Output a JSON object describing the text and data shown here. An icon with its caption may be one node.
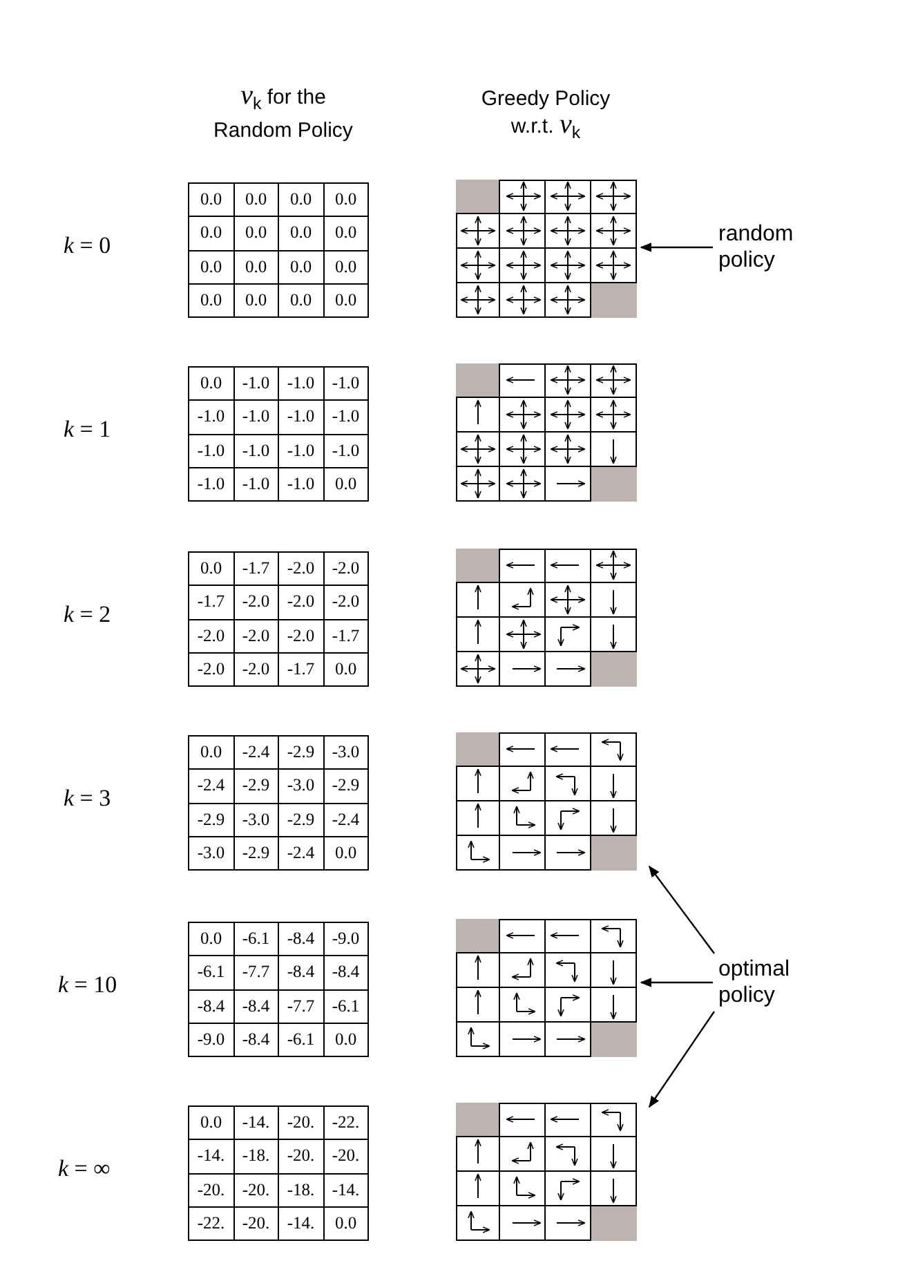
{
  "diagram": {
    "nodes": [
      {
        "text": [
          "0.0",
          "0.0",
          "0.0",
          "0.0",
          "0.0",
          "0.0",
          "0.0",
          "0.0",
          "0.0",
          "0.0",
          "0.0",
          "0.0",
          "0.0",
          "0.0",
          "0.0",
          "0.0"
        ]
      },
      {
        "text": [
          "0.0",
          "-1.0",
          "-1.0",
          "-1.0",
          "-1.0",
          "-1.0",
          "-1.0",
          "-1.0",
          "-1.0",
          "-1.0",
          "-1.0",
          "-1.0",
          "-1.0",
          "-1.0",
          "-1.0",
          "0.0"
        ]
      },
      {
        "text": [
          "0.0",
          "-1.7",
          "-2.0",
          "-2.0",
          "-1.7",
          "-2.0",
          "-2.0",
          "-2.0",
          "-2.0",
          "-2.0",
          "-2.0",
          "-1.7",
          "-2.0",
          "-2.0",
          "-1.7",
          "0.0"
        ]
      },
      {
        "text": [
          "0.0",
          "-2.4",
          "-2.9",
          "-3.0",
          "-2.4",
          "-2.9",
          "-3.0",
          "-2.9",
          "-2.9",
          "-3.0",
          "-2.9",
          "-2.4",
          "-3.0",
          "-2.9",
          "-2.4",
          "0.0"
        ]
      },
      {
        "text": [
          "0.0",
          "-6.1",
          "-8.4",
          "-9.0",
          "-6.1",
          "-7.7",
          "-8.4",
          "-8.4",
          "-8.4",
          "-8.4",
          "-7.7",
          "-6.1",
          "-9.0",
          "-8.4",
          "-6.1",
          "0.0"
        ]
      },
      {
        "text": [
          "0.0",
          "-14.",
          "-20.",
          "-22.",
          "-14.",
          "-18.",
          "-20.",
          "-20.",
          "-20.",
          "-20.",
          "-18.",
          "-14.",
          "-22.",
          "-20.",
          "-14.",
          "0.0"
        ]
      },
      {
        "text": [],
        "shape": "grid"
      },
      {
        "text": [],
        "shape": "grid"
      },
      {
        "text": [],
        "shape": "grid"
      },
      {
        "text": [],
        "shape": "grid"
      },
      {
        "text": [],
        "shape": "grid"
      },
      {
        "text": [],
        "shape": "grid"
      },
      {
        "text": [
          "random policy"
        ]
      },
      {
        "text": [
          "optimal policy"
        ]
      }
    ],
    "edges": [
      {
        "from": 12,
        "to": 6,
        "arrow": "to"
      },
      {
        "from": 13,
        "to": 9,
        "arrow": "to"
      },
      {
        "from": 13,
        "to": 10,
        "arrow": "to"
      },
      {
        "from": 13,
        "to": 11,
        "arrow": "to"
      }
    ],
    "labels": [
      "*v*$_{k}$ for the Random Policy",
      "Greedy Policy w.r.t. *v*$_{k}$",
      "*k* = 0",
      "*k* = 1",
      "*k* = 2",
      "*k* = 3",
      "*k* = 10",
      "*k* = ∞"
    ]
  }
}
